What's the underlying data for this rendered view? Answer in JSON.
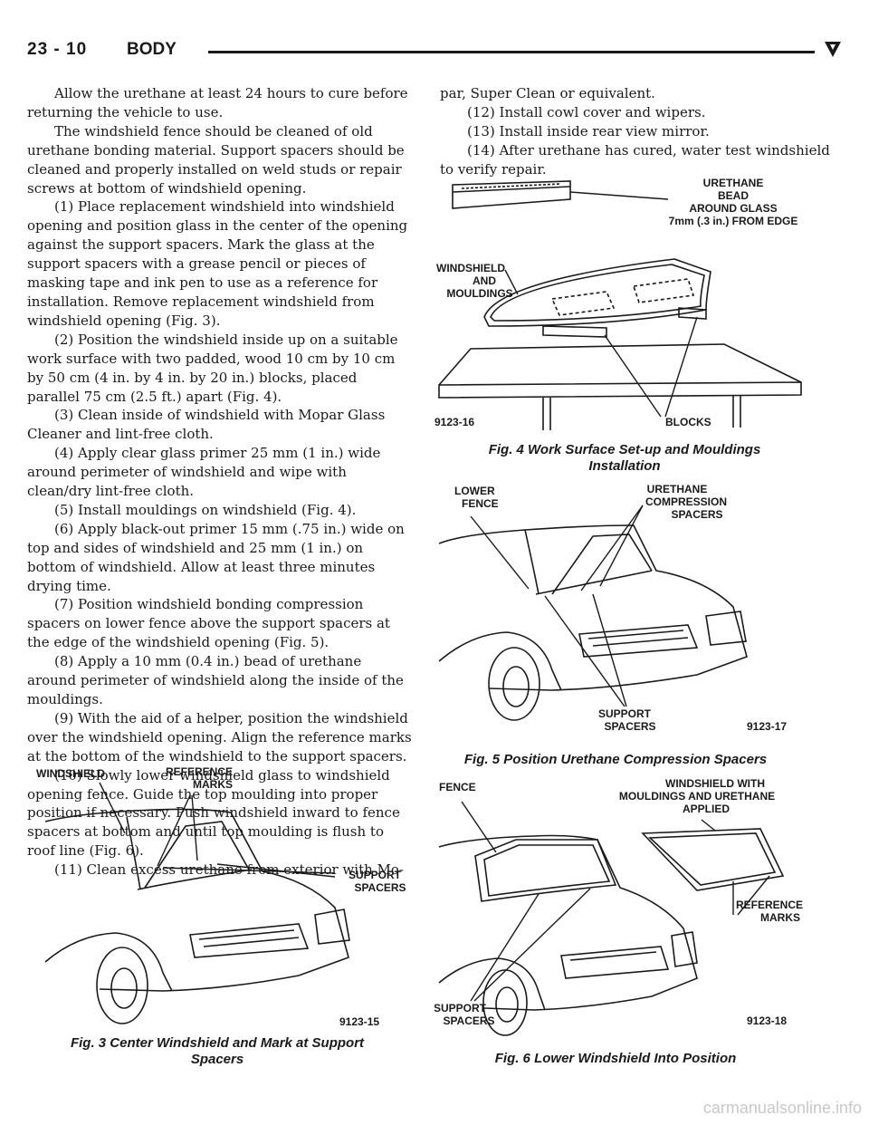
{
  "header": {
    "page_number": "23 - 10",
    "section": "BODY"
  },
  "left_column": [
    "Allow the urethane at least 24 hours to cure before returning the vehicle to use.",
    "The windshield fence should be cleaned of old urethane bonding material. Support spacers should be cleaned and properly installed on weld studs or repair screws at bottom of windshield opening.",
    "(1) Place replacement windshield into windshield opening and position glass in the center of the opening against the support spacers. Mark the glass at the support spacers with a grease pencil or pieces of masking tape and ink pen to use as a reference for installation. Remove replacement windshield from windshield opening (Fig. 3).",
    "(2) Position the windshield inside up on a suitable work surface with two padded, wood 10 cm by 10 cm by 50 cm (4 in. by 4 in. by 20 in.) blocks, placed parallel 75 cm (2.5 ft.) apart (Fig. 4).",
    "(3) Clean inside of windshield with Mopar Glass Cleaner and lint-free cloth.",
    "(4) Apply clear glass primer 25 mm (1 in.) wide around perimeter of windshield and wipe with clean/dry lint-free cloth.",
    "(5) Install mouldings on windshield (Fig. 4).",
    "(6) Apply black-out primer 15 mm (.75 in.) wide on top and sides of windshield and 25 mm (1 in.) on bottom of windshield. Allow at least three minutes drying time.",
    "(7) Position windshield bonding compression spacers on lower fence above the support spacers at the edge of the windshield opening (Fig. 5).",
    "(8) Apply a 10 mm (0.4 in.) bead of urethane around perimeter of windshield along the inside of the mouldings.",
    "(9) With the aid of a helper, position the windshield over the windshield opening. Align the reference marks at the bottom of the windshield to the support spacers.",
    "(10) Slowly lower windshield glass to windshield opening fence. Guide the top moulding into proper position if necessary. Push windshield inward to fence spacers at bottom and until top moulding is flush to roof line (Fig. 6).",
    "(11) Clean excess urethane from exterior with Mo-"
  ],
  "right_column": [
    "par, Super Clean or equivalent.",
    "(12) Install cowl cover and wipers.",
    "(13) Install inside rear view mirror.",
    "(14) After urethane has cured, water test windshield to verify repair."
  ],
  "fig3": {
    "caption": "Fig. 3 Center Windshield and Mark at Support Spacers",
    "code": "9123-15",
    "labels": {
      "windshield": "WINDSHIELD",
      "reference_marks": [
        "REFERENCE",
        "MARKS"
      ],
      "support_spacers": [
        "SUPPORT",
        "SPACERS"
      ]
    }
  },
  "fig4": {
    "caption": "Fig. 4 Work Surface Set-up and Mouldings Installation",
    "code": "9123-16",
    "labels": {
      "urethane_bead": [
        "URETHANE",
        "BEAD",
        "AROUND GLASS",
        "7mm (.3 in.) FROM EDGE"
      ],
      "windshield_mouldings": [
        "WINDSHIELD",
        "AND",
        "MOULDINGS"
      ],
      "blocks": "BLOCKS"
    }
  },
  "fig5": {
    "caption": "Fig. 5 Position Urethane Compression Spacers",
    "code": "9123-17",
    "labels": {
      "lower_fence": [
        "LOWER",
        "FENCE"
      ],
      "urethane_spacers": [
        "URETHANE",
        "COMPRESSION",
        "SPACERS"
      ],
      "support_spacers": [
        "SUPPORT",
        "SPACERS"
      ]
    }
  },
  "fig6": {
    "caption": "Fig. 6 Lower Windshield Into Position",
    "code": "9123-18",
    "labels": {
      "fence": "FENCE",
      "windshield_with": [
        "WINDSHIELD WITH",
        "MOULDINGS AND URETHANE",
        "APPLIED"
      ],
      "reference_marks": [
        "REFERENCE",
        "MARKS"
      ],
      "support_spacers": [
        "SUPPORT",
        "SPACERS"
      ]
    }
  },
  "colors": {
    "ink": "#1a1a1a",
    "paper": "#ffffff"
  },
  "watermark": "carmanualsonline.info"
}
